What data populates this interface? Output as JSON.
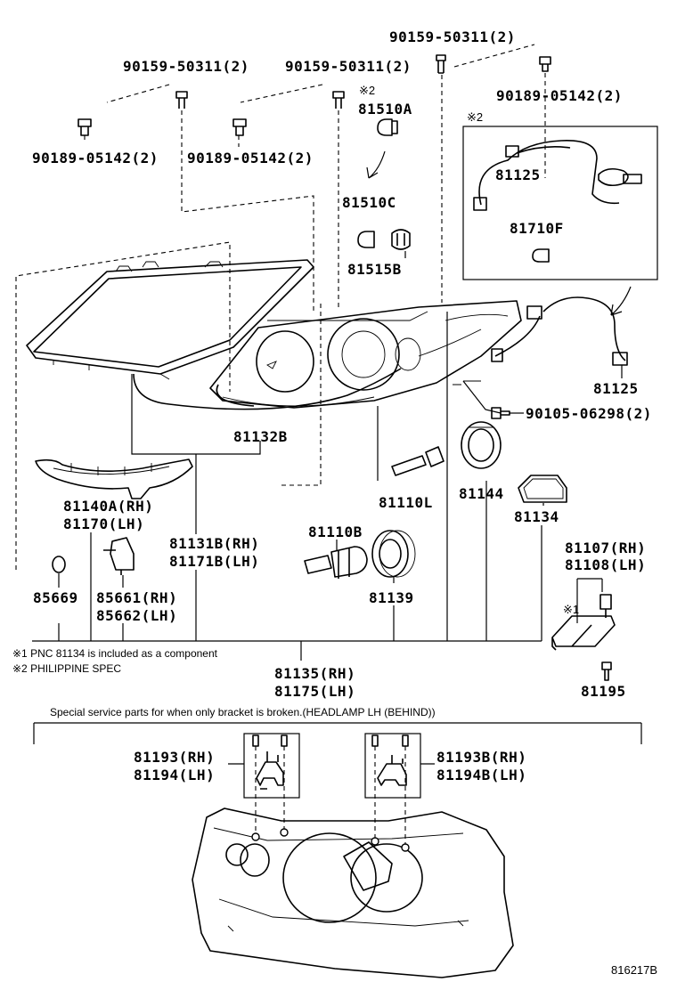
{
  "labels": {
    "bolt_top_center": "90159-50311(2)",
    "bolt_left": "90159-50311(2)",
    "bolt_mid": "90159-50311(2)",
    "nut_right": "90189-05142(2)",
    "nut_left": "90189-05142(2)",
    "nut_mid": "90189-05142(2)",
    "mark_bulb": "※2",
    "bulb_81510a": "81510A",
    "bulb_81510c": "81510C",
    "socket_81515b": "81515B",
    "mark_harness": "※2",
    "harness_inner": "81125",
    "bulb_81710f": "81710F",
    "harness_outer": "81125",
    "screw_90105": "90105-06298(2)",
    "cord_81132b": "81132B",
    "cover_rh": "81140A(RH)",
    "cover_lh": "81170(LH)",
    "bulb_81110l": "81110L",
    "cap_81144": "81144",
    "gasket_81134": "81134",
    "housing_rh": "81131B(RH)",
    "housing_lh": "81171B(LH)",
    "bulb_81110b": "81110B",
    "computer_rh": "81107(RH)",
    "computer_lh": "81108(LH)",
    "oring_85669": "85669",
    "actuator_rh": "85661(RH)",
    "actuator_lh": "85662(LH)",
    "cap_81139": "81139",
    "mark_computer": "※1",
    "note_1": "※1 PNC 81134 is included as a component",
    "note_2": "※2 PHILIPPINE SPEC",
    "assy_rh": "81135(RH)",
    "assy_lh": "81175(LH)",
    "screw_81195": "81195",
    "special_note": "Special service parts for when only bracket is broken.(HEADLAMP LH (BEHIND))",
    "bracket_rh": "81193(RH)",
    "bracket_lh": "81194(LH)",
    "bracket_b_rh": "81193B(RH)",
    "bracket_b_lh": "81194B(LH)",
    "figure_id": "816217B"
  }
}
